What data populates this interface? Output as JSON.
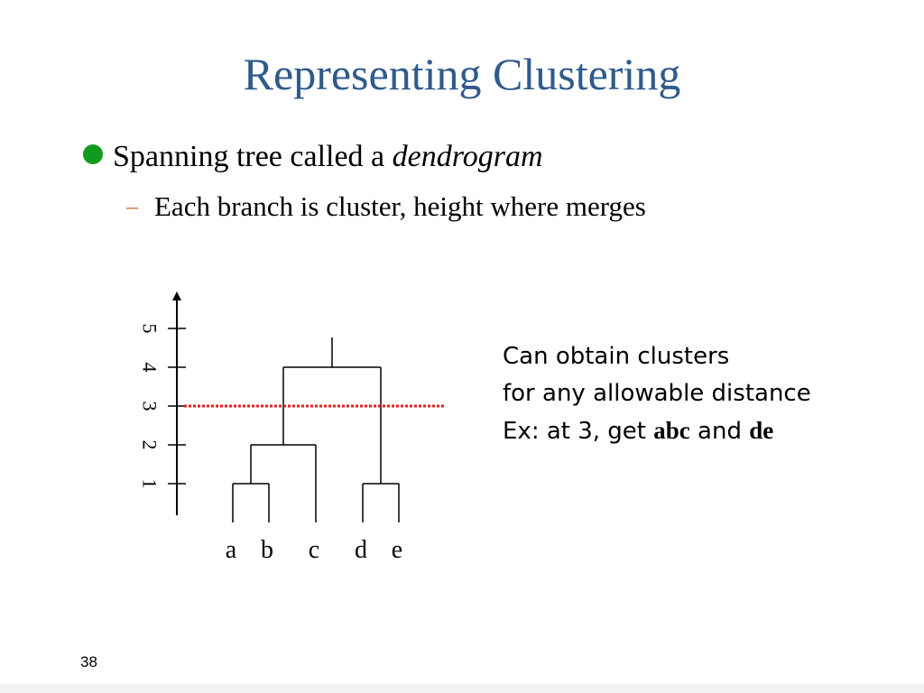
{
  "slide": {
    "title": "Representing Clustering",
    "bullet": {
      "text": "Spanning tree called a ",
      "emphasis": "dendrogram"
    },
    "sub_bullet": {
      "dash": "–",
      "text": "Each branch is cluster, height where merges"
    },
    "note": {
      "line1": "Can obtain clusters",
      "line2": "for any allowable distance",
      "line3_prefix": "Ex: at 3, get ",
      "line3_bold1": "abc",
      "line3_mid": " and ",
      "line3_bold2": "de"
    },
    "slide_number": "38"
  },
  "dendrogram": {
    "axis_ticks": [
      {
        "value": 1,
        "label": "1"
      },
      {
        "value": 2,
        "label": "2"
      },
      {
        "value": 3,
        "label": "3"
      },
      {
        "value": 4,
        "label": "4"
      },
      {
        "value": 5,
        "label": "5"
      }
    ],
    "leaves": [
      "a",
      "b",
      "c",
      "d",
      "e"
    ],
    "merges": [
      {
        "left": "a",
        "right": "b",
        "height": 1
      },
      {
        "left": "d",
        "right": "e",
        "height": 1
      },
      {
        "left": "ab",
        "right": "c",
        "height": 2
      },
      {
        "left": "abc",
        "right": "de",
        "height": 4
      }
    ],
    "cut_height": 3,
    "colors": {
      "cut_line": "#e02020",
      "lines": "#000000",
      "title": "#2f5a8c",
      "bullet": "#119a1e",
      "dash": "#d36b3a"
    }
  }
}
